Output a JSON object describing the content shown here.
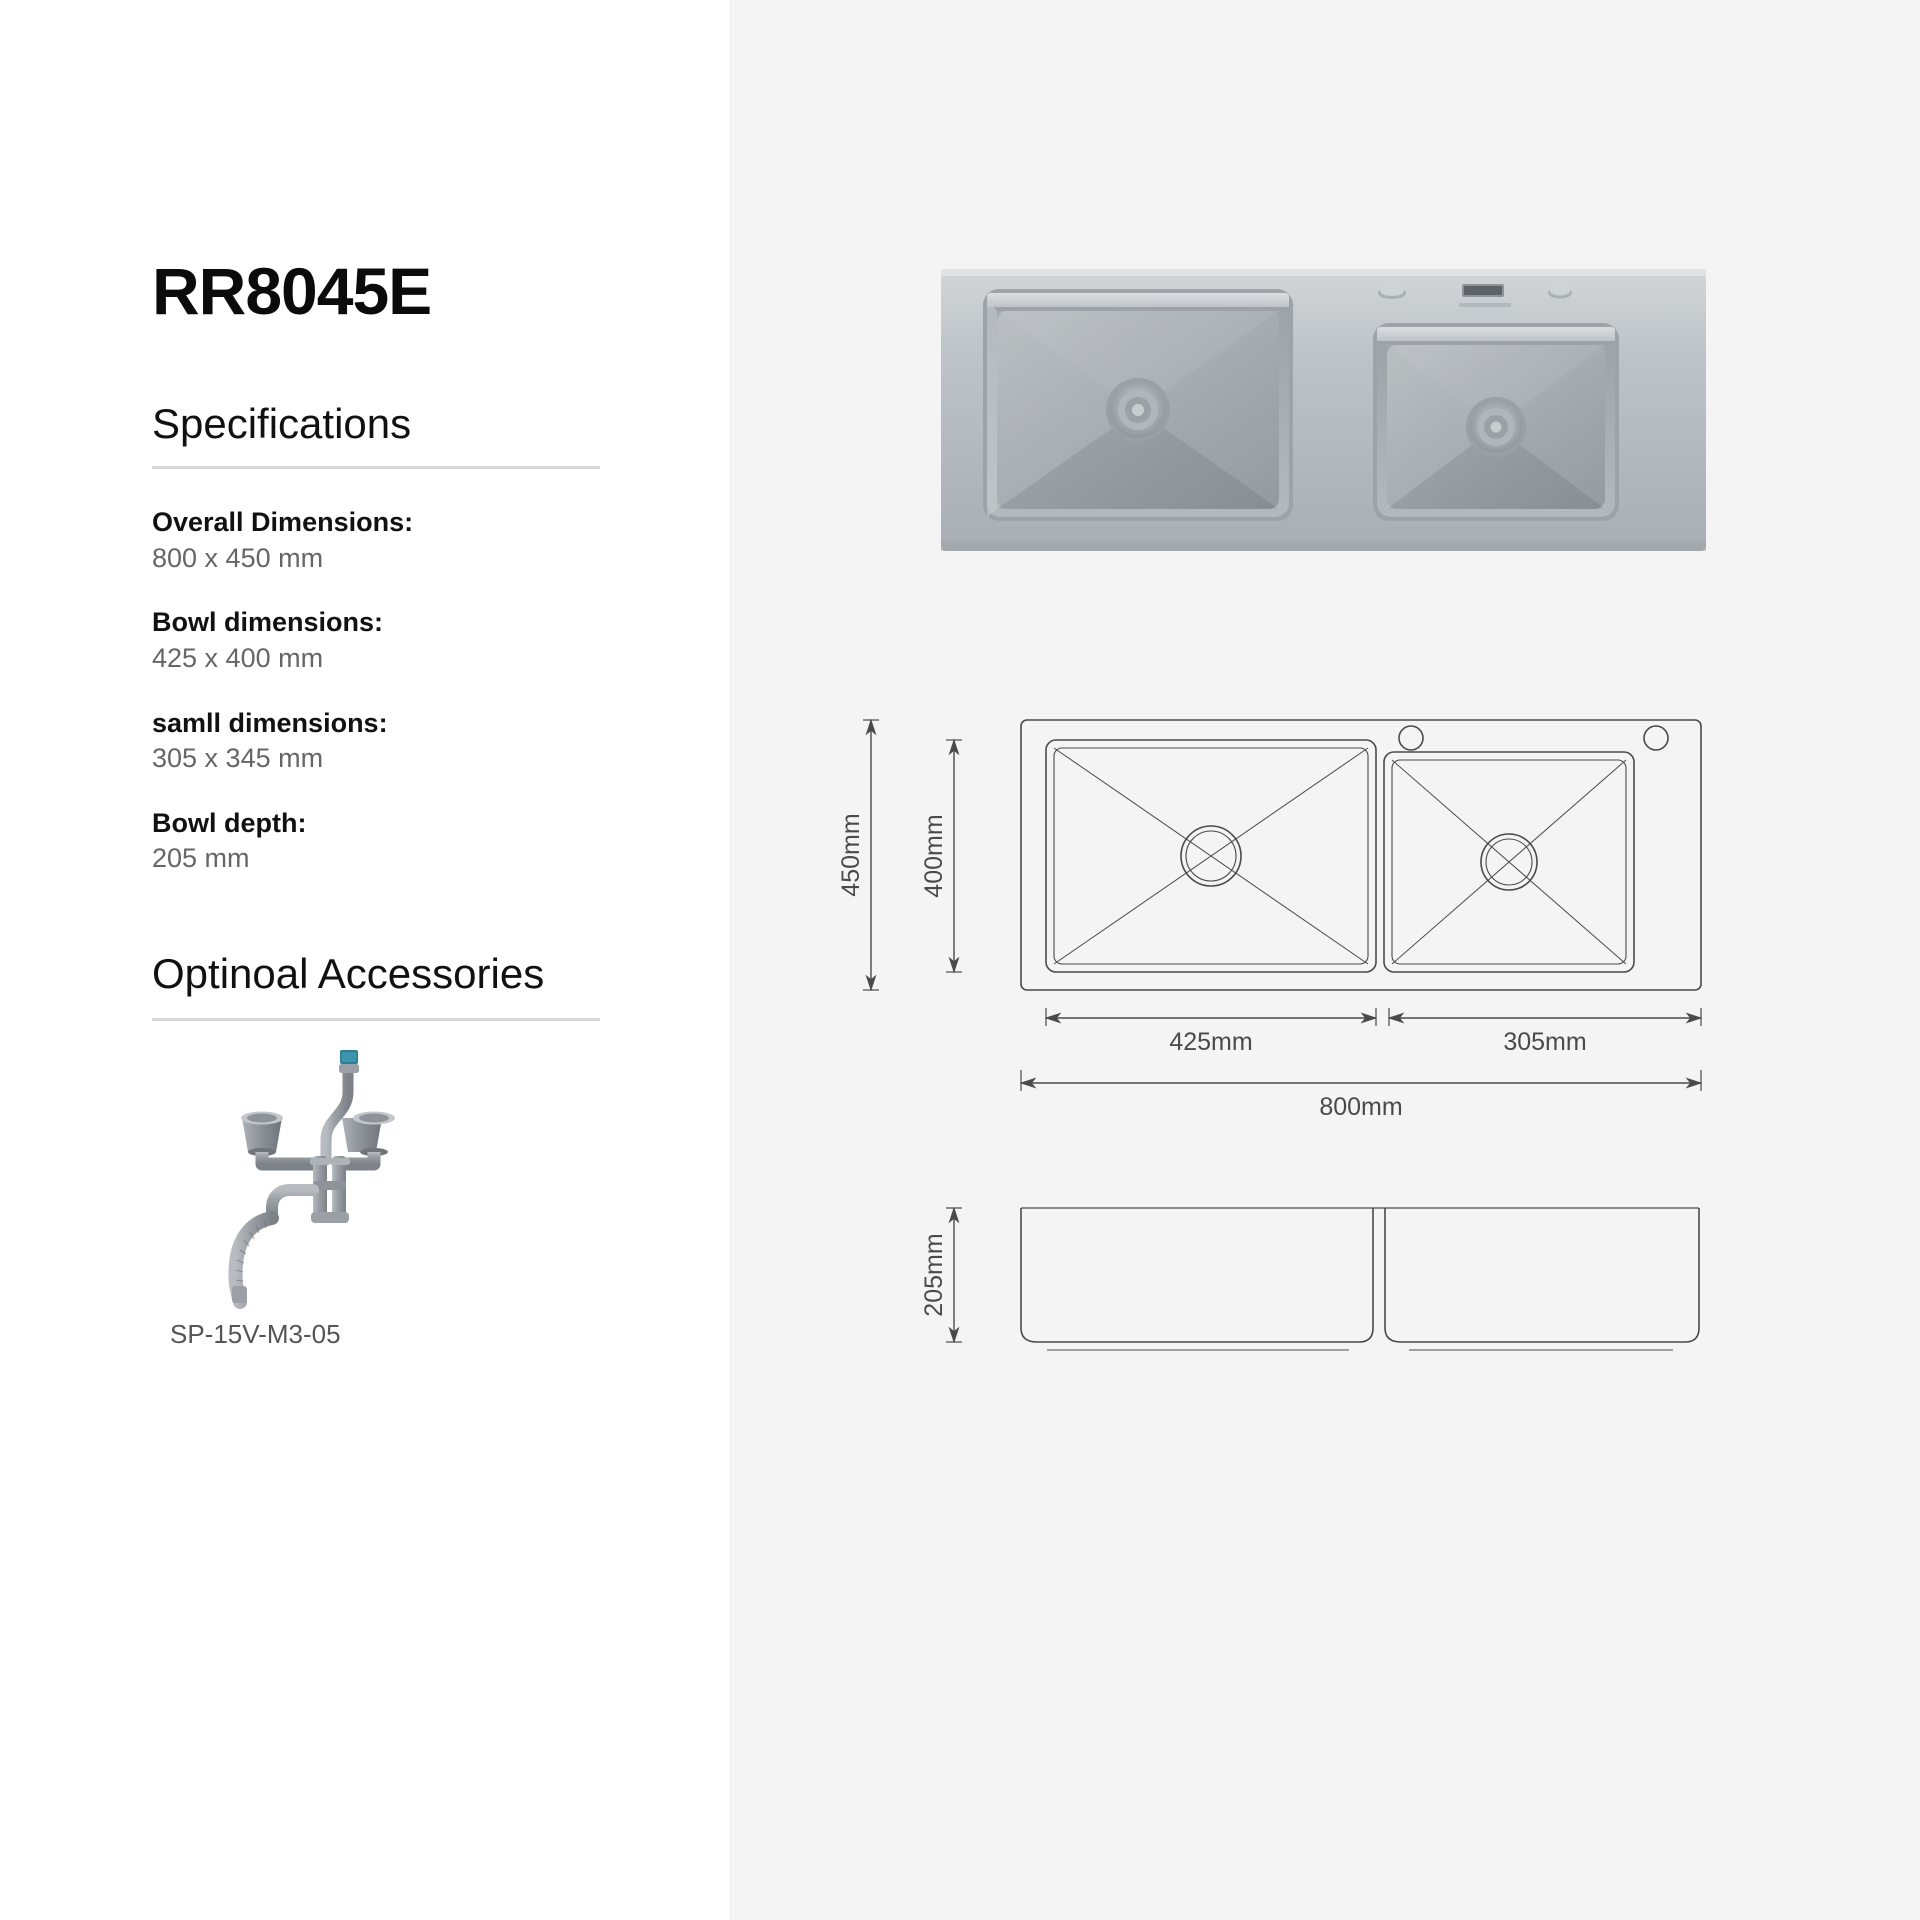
{
  "product": {
    "model": "RR8045E"
  },
  "specifications": {
    "heading": "Specifications",
    "items": [
      {
        "label": "Overall Dimensions:",
        "value": "800 x 450 mm"
      },
      {
        "label": "Bowl dimensions:",
        "value": "425 x 400 mm"
      },
      {
        "label": "samll dimensions:",
        "value": "305 x 345 mm"
      },
      {
        "label": "Bowl depth:",
        "value": "205 mm"
      }
    ]
  },
  "accessories": {
    "heading": "Optinoal Accessories",
    "items": [
      {
        "code": "SP-15V-M3-05",
        "icon": "drain-waste-kit-icon"
      }
    ]
  },
  "product_photo": {
    "icon": "stainless-steel-double-bowl-sink-photo",
    "finish_color": "#b9bec2"
  },
  "drawings": {
    "top_view": {
      "dimensions": {
        "overall_height": "450mm",
        "bowl_height": "400mm",
        "large_bowl_width": "425mm",
        "small_bowl_width": "305mm",
        "overall_width": "800mm"
      }
    },
    "section_view": {
      "dimensions": {
        "bowl_depth": "205mm"
      }
    }
  },
  "colors": {
    "panel_background": "#f4f4f4",
    "label_text": "#111111",
    "value_text": "#666666",
    "rule": "#d6d6d6",
    "drawing_line": "#4a4a4a"
  }
}
